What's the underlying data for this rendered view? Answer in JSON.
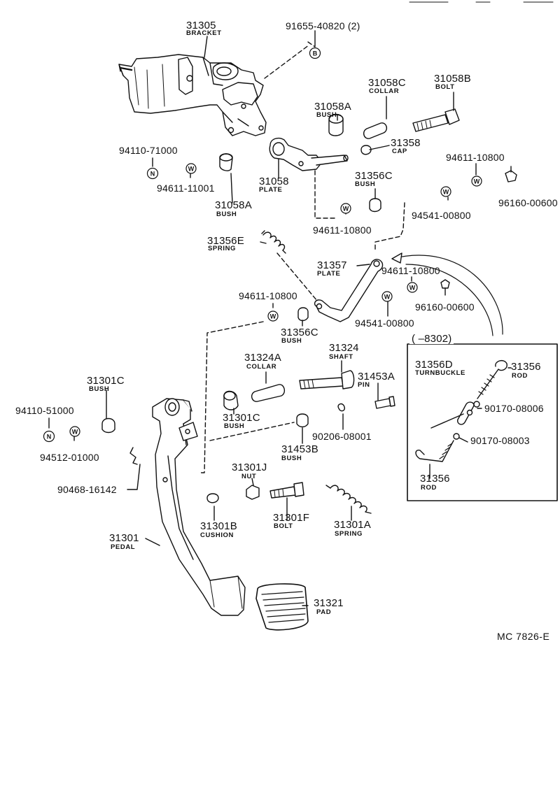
{
  "parts": {
    "p31305": {
      "number": "31305",
      "name": "BRACKET"
    },
    "p91655": {
      "number": "91655-40820 (2)",
      "marker": "B"
    },
    "p31058C": {
      "number": "31058C",
      "name": "COLLAR"
    },
    "p31058B": {
      "number": "31058B",
      "name": "BOLT"
    },
    "p31058A_top": {
      "number": "31058A",
      "name": "BUSH"
    },
    "p31358": {
      "number": "31358",
      "name": "CAP"
    },
    "p94110_71000": {
      "number": "94110-71000",
      "marker": "N"
    },
    "p94611_11001": {
      "number": "94611-11001",
      "marker": "W"
    },
    "p31058": {
      "number": "31058",
      "name": "PLATE"
    },
    "p31058A_bottom": {
      "number": "31058A",
      "name": "BUSH"
    },
    "p94611_10800_a": {
      "number": "94611-10800",
      "marker": "W"
    },
    "p96160_00600_a": {
      "number": "96160-00600"
    },
    "p31356C_top": {
      "number": "31356C",
      "name": "BUSH"
    },
    "p94541_00800_a": {
      "number": "94541-00800",
      "marker": "W"
    },
    "p94611_10800_b": {
      "number": "94611-10800",
      "marker": "W"
    },
    "p31356E": {
      "number": "31356E",
      "name": "SPRING"
    },
    "p31357": {
      "number": "31357",
      "name": "PLATE"
    },
    "p94611_10800_c": {
      "number": "94611-10800",
      "marker": "W"
    },
    "p96160_00600_b": {
      "number": "96160-00600"
    },
    "p94611_10800_d": {
      "number": "94611-10800",
      "marker": "W"
    },
    "p94541_00800_b": {
      "number": "94541-00800",
      "marker": "W"
    },
    "p31356C_mid": {
      "number": "31356C",
      "name": "BUSH"
    },
    "p31324A": {
      "number": "31324A",
      "name": "COLLAR"
    },
    "p31324": {
      "number": "31324",
      "name": "SHAFT"
    },
    "p31453A": {
      "number": "31453A",
      "name": "PIN"
    },
    "p31301C_left": {
      "number": "31301C",
      "name": "BUSH"
    },
    "p31301C_mid": {
      "number": "31301C",
      "name": "BUSH"
    },
    "p94110_51000": {
      "number": "94110-51000",
      "marker": "N"
    },
    "p94512_01000": {
      "number": "94512-01000",
      "marker": "W"
    },
    "p90206_08001": {
      "number": "90206-08001"
    },
    "p31453B": {
      "number": "31453B",
      "name": "BUSH"
    },
    "p90468_16142": {
      "number": "90468-16142"
    },
    "p31301J": {
      "number": "31301J",
      "name": "NUT"
    },
    "p31301B": {
      "number": "31301B",
      "name": "CUSHION"
    },
    "p31301F": {
      "number": "31301F",
      "name": "BOLT"
    },
    "p31301A": {
      "number": "31301A",
      "name": "SPRING"
    },
    "p31301": {
      "number": "31301",
      "name": "PEDAL"
    },
    "p31321": {
      "number": "31321",
      "name": "PAD"
    }
  },
  "inset": {
    "title": "( –8302)",
    "p31356D": {
      "number": "31356D",
      "name": "TURNBUCKLE"
    },
    "p31356_top": {
      "number": "31356",
      "name": "ROD"
    },
    "p90170_08006": {
      "number": "90170-08006"
    },
    "p90170_08003": {
      "number": "90170-08003"
    },
    "p31356_bottom": {
      "number": "31356",
      "name": "ROD"
    }
  },
  "reference_code": "MC  7826-E",
  "colors": {
    "ink": "#111111",
    "background": "#ffffff"
  }
}
